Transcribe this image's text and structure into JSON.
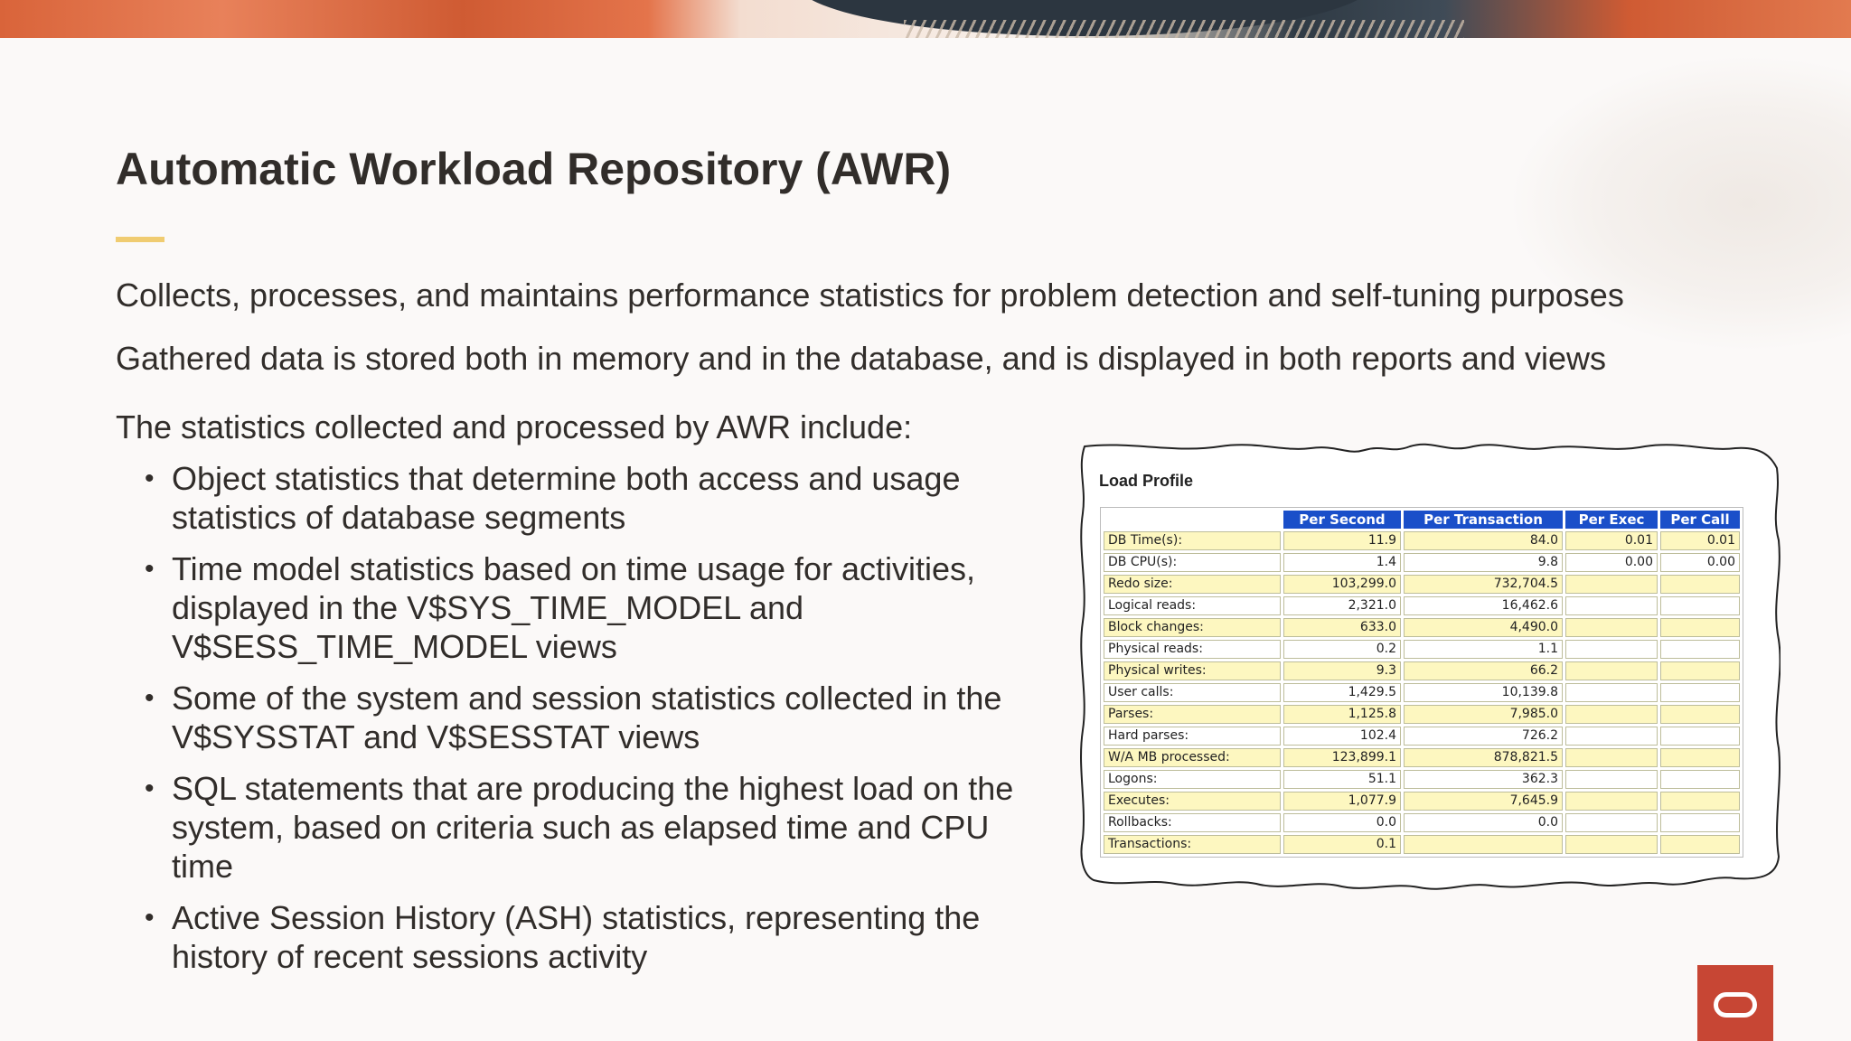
{
  "slide": {
    "title": "Automatic Workload Repository (AWR)",
    "paragraph1": "Collects, processes, and maintains performance statistics for problem detection and self-tuning purposes",
    "paragraph2": "Gathered data is stored both in memory and in the database, and is displayed in both reports and views",
    "list_intro": "The statistics collected and processed by AWR include:",
    "bullets": [
      "Object statistics that determine both access and usage statistics of database segments",
      "Time model statistics based on time usage for activities, displayed in the V$SYS_TIME_MODEL and V$SESS_TIME_MODEL views",
      "Some of the system and session statistics collected in the V$SYSSTAT and V$SESSTAT views",
      "SQL statements that are producing the highest load on the system, based on criteria such as elapsed time and CPU time",
      "Active Session History (ASH) statistics, representing the history of recent sessions activity"
    ]
  },
  "load_profile": {
    "title": "Load Profile",
    "headers": [
      "",
      "Per Second",
      "Per Transaction",
      "Per Exec",
      "Per Call"
    ],
    "rows": [
      [
        "DB Time(s):",
        "11.9",
        "84.0",
        "0.01",
        "0.01"
      ],
      [
        "DB CPU(s):",
        "1.4",
        "9.8",
        "0.00",
        "0.00"
      ],
      [
        "Redo size:",
        "103,299.0",
        "732,704.5",
        "",
        ""
      ],
      [
        "Logical reads:",
        "2,321.0",
        "16,462.6",
        "",
        ""
      ],
      [
        "Block changes:",
        "633.0",
        "4,490.0",
        "",
        ""
      ],
      [
        "Physical reads:",
        "0.2",
        "1.1",
        "",
        ""
      ],
      [
        "Physical writes:",
        "9.3",
        "66.2",
        "",
        ""
      ],
      [
        "User calls:",
        "1,429.5",
        "10,139.8",
        "",
        ""
      ],
      [
        "Parses:",
        "1,125.8",
        "7,985.0",
        "",
        ""
      ],
      [
        "Hard parses:",
        "102.4",
        "726.2",
        "",
        ""
      ],
      [
        "W/A MB processed:",
        "123,899.1",
        "878,821.5",
        "",
        ""
      ],
      [
        "Logons:",
        "51.1",
        "362.3",
        "",
        ""
      ],
      [
        "Executes:",
        "1,077.9",
        "7,645.9",
        "",
        ""
      ],
      [
        "Rollbacks:",
        "0.0",
        "0.0",
        "",
        ""
      ],
      [
        "Transactions:",
        "0.1",
        "",
        "",
        ""
      ]
    ]
  },
  "colors": {
    "accent": "#f0cc71",
    "header_blue": "#1a4fc9",
    "row_yellow": "#fdf7c0",
    "oracle_red": "#c74634"
  },
  "icons": {
    "logo": "oracle-logo-icon"
  }
}
